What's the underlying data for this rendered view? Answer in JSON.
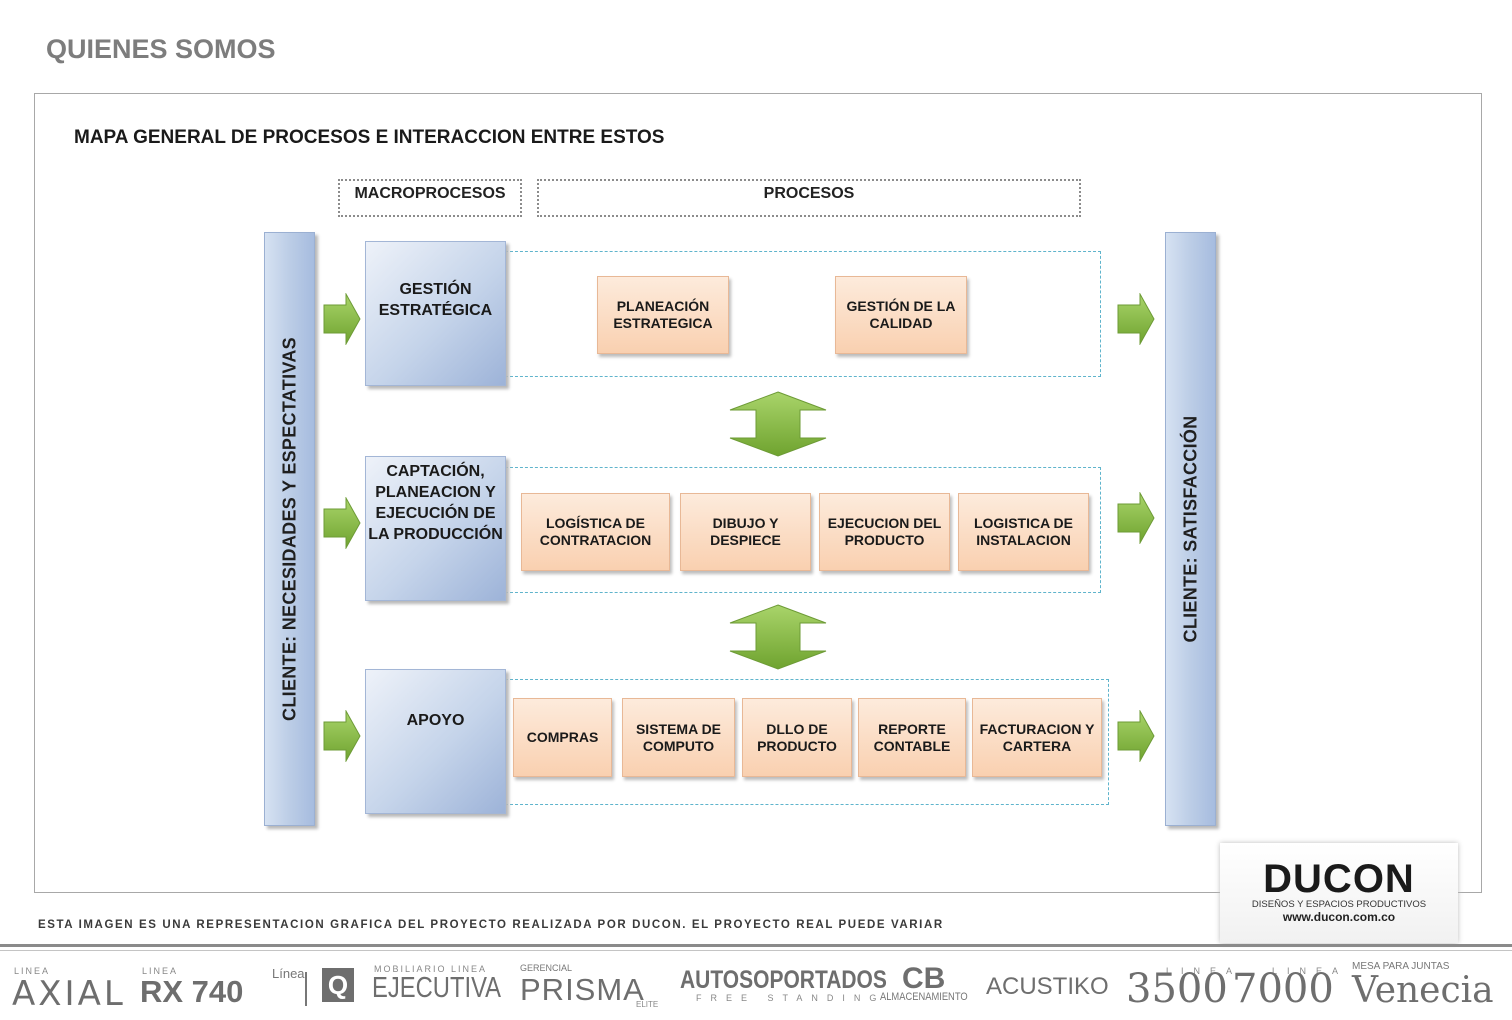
{
  "page_title": "QUIENES SOMOS",
  "map_title": "MAPA GENERAL DE PROCESOS E INTERACCION ENTRE ESTOS",
  "headers": {
    "macro": "MACROPROCESOS",
    "procesos": "PROCESOS"
  },
  "client_left": "CLIENTE: NECESIDADES Y ESPECTATIVAS",
  "client_right": "CLIENTE: SATISFACCIÓN",
  "rows": [
    {
      "macro": "GESTIÓN ESTRATÉGICA",
      "processes": [
        "PLANEACIÓN ESTRATEGICA",
        "GESTIÓN DE LA CALIDAD"
      ]
    },
    {
      "macro": "CAPTACIÓN, PLANEACION Y EJECUCIÓN DE LA PRODUCCIÓN",
      "processes": [
        "LOGÍSTICA DE CONTRATACION",
        "DIBUJO Y DESPIECE",
        "EJECUCION DEL PRODUCTO",
        "LOGISTICA DE INSTALACION"
      ]
    },
    {
      "macro": "APOYO",
      "processes": [
        "COMPRAS",
        "SISTEMA DE COMPUTO",
        "DLLO DE PRODUCTO",
        "REPORTE CONTABLE",
        "FACTURACION Y CARTERA"
      ]
    }
  ],
  "footer_note": "ESTA IMAGEN ES UNA REPRESENTACION GRAFICA DEL PROYECTO REALIZADA POR DUCON. EL PROYECTO REAL PUEDE VARIAR",
  "logo": {
    "name": "DUCON",
    "tagline": "DISEÑOS Y ESPACIOS PRODUCTIVOS",
    "url": "www.ducon.com.co"
  },
  "brands": {
    "axial_tag": "LINEA",
    "axial": "AXIAL",
    "rx_tag": "LINEA",
    "rx": "RX 740",
    "q_tag": "Línea",
    "q": "Q",
    "ejecutiva_tag": "MOBILIARIO LINEA",
    "ejecutiva": "EJECUTIVA",
    "prisma_tag": "GERENCIAL",
    "prisma": "PRISMA",
    "prisma_sub": "ELITE",
    "auto": "AUTOSOPORTADOS",
    "auto_sub": "FREE STANDING",
    "cb": "CB",
    "cb_sub": "ALMACENAMIENTO",
    "acustiko": "ACUSTIKO",
    "l3500_tag": "LINEA",
    "l3500": "3500",
    "l7000_tag": "LINEA",
    "l7000": "7000",
    "venecia_tag": "MESA PARA JUNTAS",
    "venecia": "Venecia"
  },
  "colors": {
    "arrow_green": "#8cbf45",
    "macro_blue": "#b9cbe6",
    "process_peach": "#f9d0b0",
    "dashed_cyan": "#5fb4cc"
  }
}
